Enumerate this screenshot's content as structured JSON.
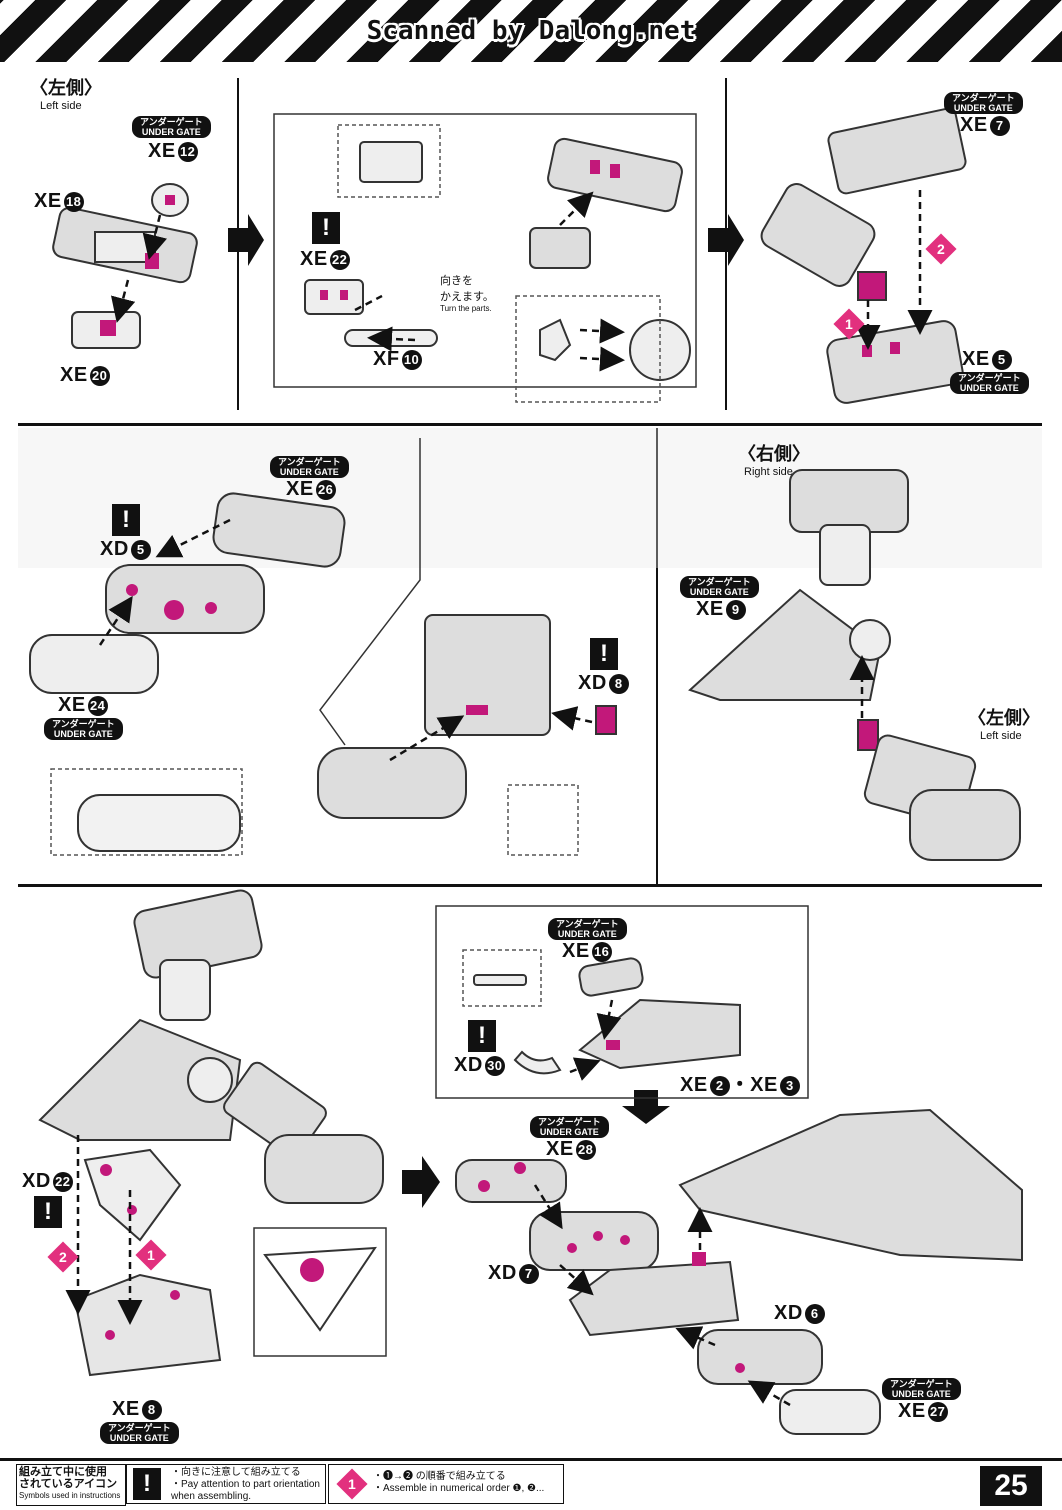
{
  "header": {
    "watermark": "Scanned by Dalong.net"
  },
  "panel1": {
    "side_jp": "〈左側〉",
    "side_en": "Left side",
    "gate_jp": "アンダーゲート",
    "gate_en": "UNDER GATE",
    "xe12": "XE",
    "xe12_num": "12",
    "xe18": "XE",
    "xe18_num": "18",
    "xe20": "XE",
    "xe20_num": "20"
  },
  "panel2": {
    "xe22": "XE",
    "xe22_num": "22",
    "xf10": "XF",
    "xf10_num": "10",
    "turn_jp_1": "向きを",
    "turn_jp_2": "かえます。",
    "turn_en": "Turn the parts."
  },
  "panel3": {
    "gate_jp": "アンダーゲート",
    "gate_en": "UNDER GATE",
    "xe7": "XE",
    "xe7_num": "7",
    "xe5": "XE",
    "xe5_num": "5",
    "gate2_jp": "アンダーゲート",
    "gate2_en": "UNDER GATE",
    "step1": "1",
    "step2": "2"
  },
  "panel4": {
    "gate_jp": "アンダーゲート",
    "gate_en": "UNDER GATE",
    "xe26": "XE",
    "xe26_num": "26",
    "xd5": "XD",
    "xd5_num": "5",
    "xe24": "XE",
    "xe24_num": "24",
    "gate2_jp": "アンダーゲート",
    "gate2_en": "UNDER GATE",
    "xd8": "XD",
    "xd8_num": "8"
  },
  "panel5": {
    "side_jp": "〈右側〉",
    "side_en": "Right side",
    "gate_jp": "アンダーゲート",
    "gate_en": "UNDER GATE",
    "xe9": "XE",
    "xe9_num": "9",
    "side2_jp": "〈左側〉",
    "side2_en": "Left side"
  },
  "panel6": {
    "xd22": "XD",
    "xd22_num": "22",
    "xe8": "XE",
    "xe8_num": "8",
    "gate_jp": "アンダーゲート",
    "gate_en": "UNDER GATE",
    "step1": "1",
    "step2": "2"
  },
  "panel7": {
    "gate_jp": "アンダーゲート",
    "gate_en": "UNDER GATE",
    "xe16": "XE",
    "xe16_num": "16",
    "xd30": "XD",
    "xd30_num": "30",
    "xe2_3": "XE",
    "xe2_num": "2",
    "xe3_sep": "・XE",
    "xe3_num": "3",
    "gate2_jp": "アンダーゲート",
    "gate2_en": "UNDER GATE",
    "xe28": "XE",
    "xe28_num": "28",
    "xd7": "XD",
    "xd7_num": "7",
    "xd6": "XD",
    "xd6_num": "6",
    "gate3_jp": "アンダーゲート",
    "gate3_en": "UNDER GATE",
    "xe27": "XE",
    "xe27_num": "27"
  },
  "footer": {
    "icons_jp_1": "組み立て中に使用",
    "icons_jp_2": "されているアイコン",
    "icons_en": "Symbols used in instructions",
    "attention_jp": "・向きに注意して組み立てる",
    "attention_en_1": "・Pay attention to part orientation",
    "attention_en_2": "when assembling.",
    "order_jp": "・❶→❷ の順番で組み立てる",
    "order_en": "・Assemble in numerical order ❶, ❷...",
    "step1": "1",
    "page_number": "25"
  },
  "colors": {
    "accent": "#c2187a",
    "step_badge": "#e2307e",
    "ink": "#111111",
    "part_gray": "#d9d9d9"
  }
}
